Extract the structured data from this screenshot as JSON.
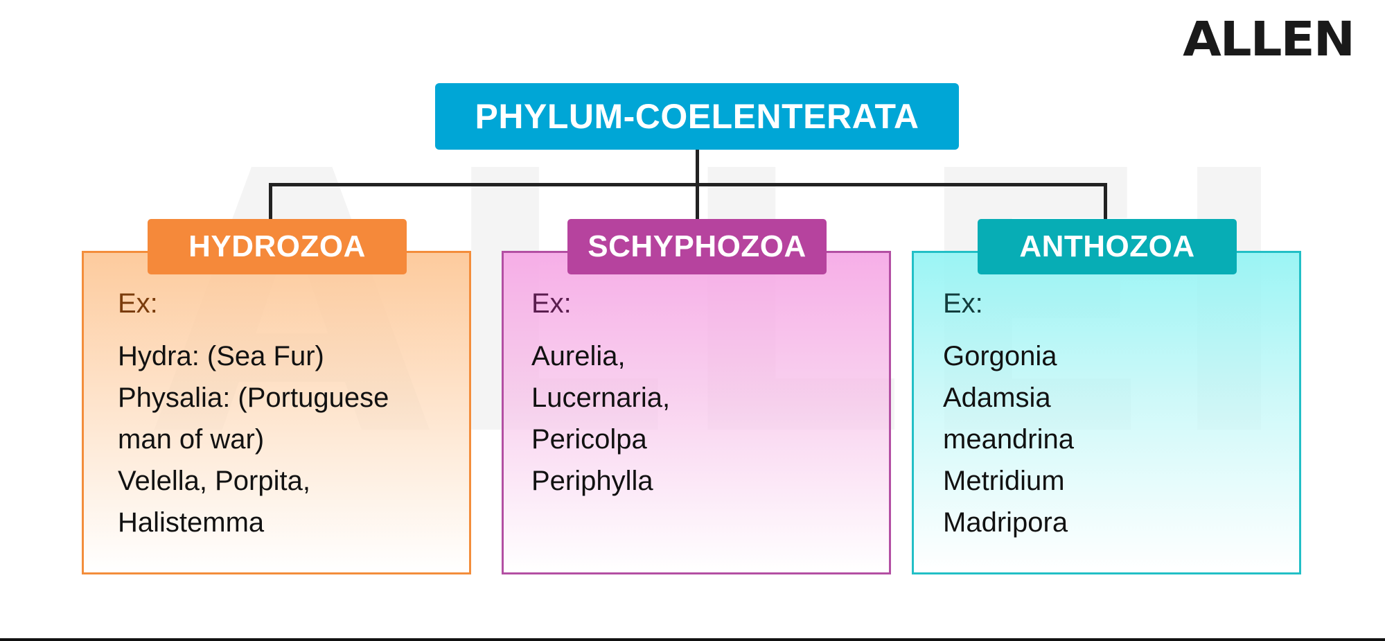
{
  "logo": {
    "text": "ALLEN"
  },
  "watermark": {
    "text": "ALLEN"
  },
  "root": {
    "label": "PHYLUM-COELENTERATA"
  },
  "colors": {
    "root": "#00a6d6",
    "hydrozoa": "#f5893a",
    "schyphozoa": "#b6439e",
    "anthozoa": "#07adb5"
  },
  "groups": [
    {
      "title": "HYDROZOA",
      "ex_label": "Ex:",
      "lines": [
        "Hydra: (Sea Fur)",
        "Physalia: (Portuguese",
        "man of war)",
        "Velella, Porpita,",
        "Halistemma"
      ]
    },
    {
      "title": "SCHYPHOZOA",
      "ex_label": "Ex:",
      "lines": [
        "Aurelia,",
        "Lucernaria,",
        "Pericolpa",
        "Periphylla"
      ]
    },
    {
      "title": "ANTHOZOA",
      "ex_label": "Ex:",
      "lines": [
        "Gorgonia",
        "Adamsia",
        "meandrina",
        "Metridium",
        "Madripora"
      ]
    }
  ]
}
